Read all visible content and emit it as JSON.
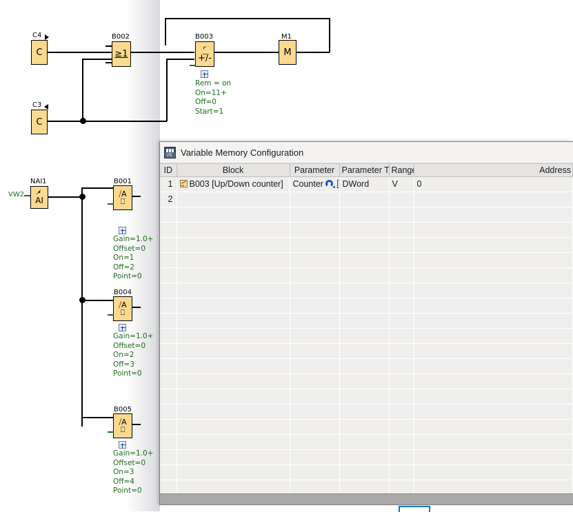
{
  "diagram": {
    "blocks": [
      {
        "id": "c4",
        "label": "C4",
        "symbol": "C",
        "marker": "triangle-right"
      },
      {
        "id": "c3",
        "label": "C3",
        "symbol": "C",
        "marker": "triangle-left"
      },
      {
        "id": "b002",
        "label": "B002",
        "symbol": "≥1"
      },
      {
        "id": "b003",
        "label": "B003",
        "symbol": "+/-"
      },
      {
        "id": "m1",
        "label": "M1",
        "symbol": "M"
      },
      {
        "id": "nai1",
        "label": "NAI1",
        "symbol": "AI"
      },
      {
        "id": "b001",
        "label": "B001",
        "symbol": "A"
      },
      {
        "id": "b004",
        "label": "B004",
        "symbol": "A"
      },
      {
        "id": "b005",
        "label": "B005",
        "symbol": "A"
      }
    ],
    "analog_input_label": "VW2",
    "b003_params": [
      "Rem = on",
      "On=11+",
      "Off=0",
      "Start=1"
    ],
    "b001_params": [
      "Gain=1.0+",
      "Offset=0",
      "On=1",
      "Off=2",
      "Point=0"
    ],
    "b004_params": [
      "Gain=1.0+",
      "Offset=0",
      "On=2",
      "Off=3",
      "Point=0"
    ],
    "b005_params": [
      "Gain=1.0+",
      "Offset=0",
      "On=3",
      "Off=4",
      "Point=0"
    ],
    "expand_icon": "plus-box-icon",
    "colors": {
      "block_fill": "#FBD98F",
      "block_border": "#000000",
      "wire": "#000000",
      "param_text": "#1D6B1D"
    }
  },
  "dialog": {
    "title": "Variable Memory Configuration",
    "title_icon": "variable-memory-icon",
    "table": {
      "headers": [
        "ID",
        "Block",
        "Parameter",
        "Parameter Type",
        "Range",
        "Address"
      ],
      "rows": [
        {
          "id": "1",
          "block": "B003 [Up/Down counter]",
          "block_icon": "function-block-icon",
          "parameter": "Counter",
          "parameter_icons": [
            "refresh-icon",
            "edit-icon"
          ],
          "parameter_type": "DWord",
          "range": "V",
          "address": "0"
        },
        {
          "id": "2",
          "block": "",
          "block_icon": "",
          "parameter": "",
          "parameter_icons": [],
          "parameter_type": "",
          "range": "",
          "address": ""
        }
      ],
      "empty_row_count": 19
    },
    "footer_button": "ok-button"
  }
}
